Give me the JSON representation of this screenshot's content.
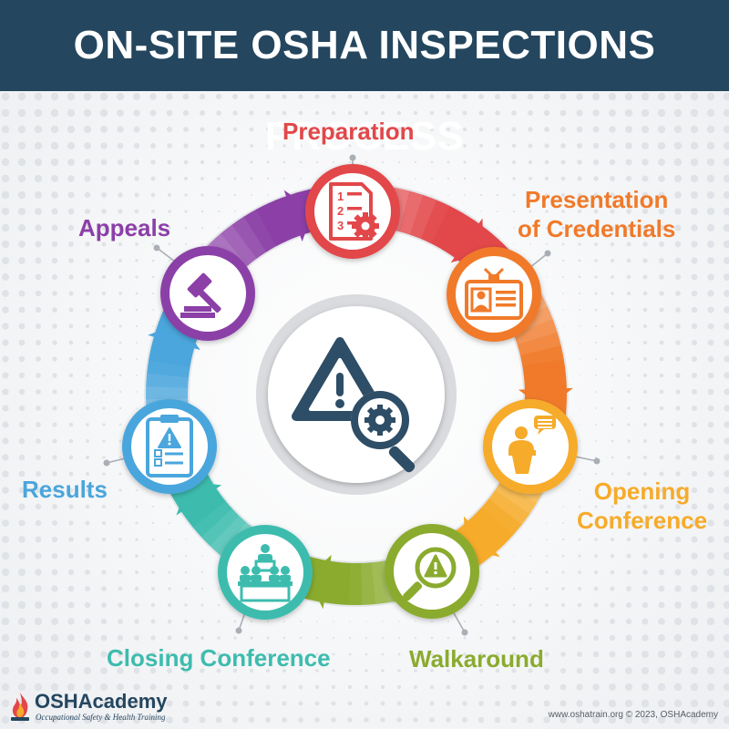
{
  "title": "ON-SITE OSHA INSPECTIONS PROCESS",
  "steps": [
    {
      "label_lines": [
        "Preparation"
      ],
      "color": "#e2474a",
      "icon": "numbered-list-gear-icon"
    },
    {
      "label_lines": [
        "Presentation",
        "of Credentials"
      ],
      "color": "#f07a2a",
      "icon": "id-badge-icon"
    },
    {
      "label_lines": [
        "Opening",
        "Conference"
      ],
      "color": "#f6ab2a",
      "icon": "speaker-podium-icon"
    },
    {
      "label_lines": [
        "Walkaround"
      ],
      "color": "#8aab2e",
      "icon": "magnifier-warning-icon"
    },
    {
      "label_lines": [
        "Closing Conference"
      ],
      "color": "#3dbcae",
      "icon": "meeting-table-icon"
    },
    {
      "label_lines": [
        "Results"
      ],
      "color": "#4aa6dc",
      "icon": "clipboard-report-icon"
    },
    {
      "label_lines": [
        "Appeals"
      ],
      "color": "#8b3fa7",
      "icon": "gavel-icon"
    }
  ],
  "center_icon": "warning-magnifier-gear-icon",
  "colors": {
    "banner": "#24465f",
    "center": "#2e4d66"
  },
  "logo": {
    "name": "OSHAcademy",
    "tagline": "Occupational Safety & Health Training"
  },
  "footer": "www.oshatrain.org © 2023, OSHAcademy"
}
